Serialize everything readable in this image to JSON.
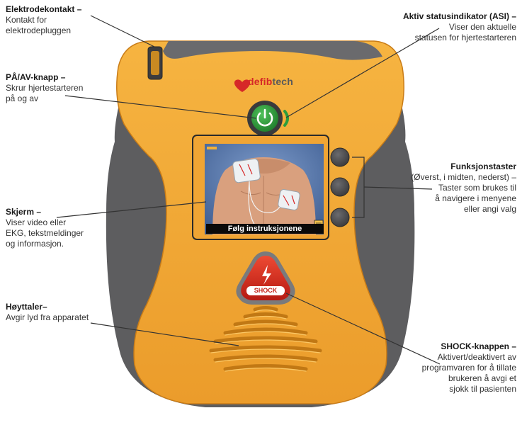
{
  "device": {
    "brand_left": "defib",
    "brand_right": "tech",
    "screen_banner": "Følg instruksjonene",
    "shock_label": "SHOCK"
  },
  "labels": {
    "electrode": {
      "title": "Elektrodekontakt –",
      "desc": "Kontakt for\nelektrodepluggen"
    },
    "power": {
      "title": "PÅ/AV-knapp –",
      "desc": "Skrur hjertestarteren\npå og av"
    },
    "screen": {
      "title": "Skjerm –",
      "desc": "Viser video eller\nEKG, tekstmeldinger\nog informasjon."
    },
    "speaker": {
      "title": "Høyttaler–",
      "desc": "Avgir lyd fra apparatet"
    },
    "asi": {
      "title": "Aktiv statusindikator (ASI) –",
      "desc": "Viser den aktuelle\nstatusen for hjertestarteren"
    },
    "function_keys": {
      "title": "Funksjonstaster",
      "desc": "(Øverst, i midten, nederst) –\nTaster som brukes til\nå navigere i menyene\neller angi valg"
    },
    "shock_button": {
      "title": "SHOCK-knappen –",
      "desc": "Aktivert/deaktivert av\nprogramvaren for å tillate\nbrukeren å avgi et\nsjokk til pasienten"
    }
  },
  "colors": {
    "body_yellow": "#f2a531",
    "body_dark_yellow": "#e08b1c",
    "grey_trim": "#5d5d5f",
    "power_green": "#2c9d3c",
    "shock_red": "#d6281e",
    "screen_blue": "#4a6fa5"
  }
}
